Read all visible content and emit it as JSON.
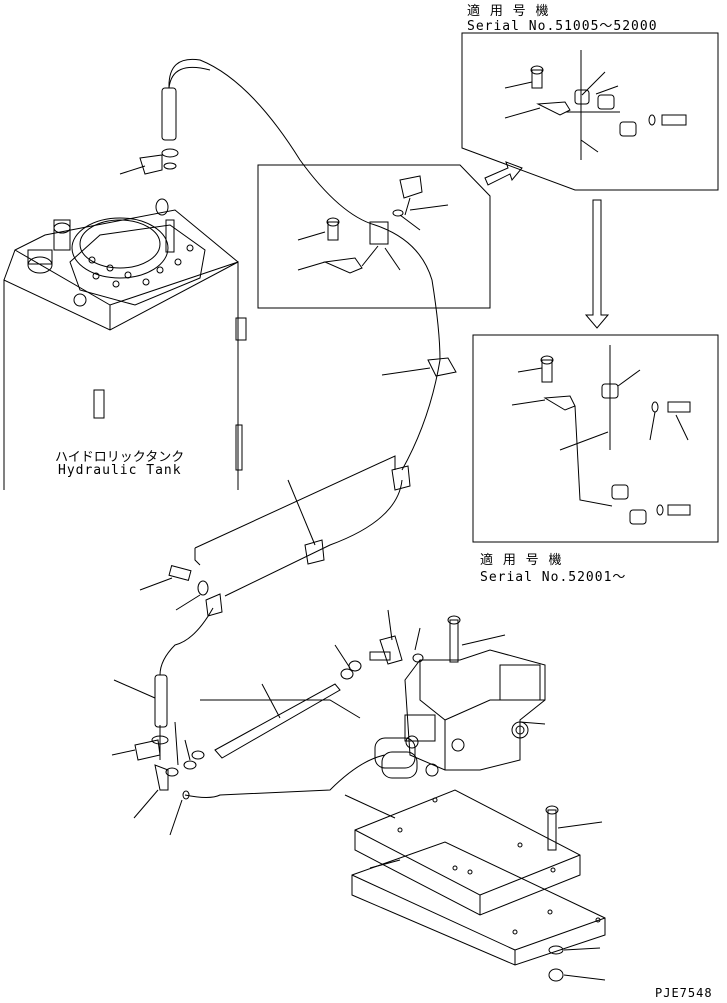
{
  "labels": {
    "applicable_top": "適 用 号 機",
    "serial_top": "Serial No.51005～52000",
    "applicable_bottom": "適 用 号 機",
    "serial_bottom": "Serial No.52001～",
    "tank_jp": "ハイドロリックタンク",
    "tank_en": "Hydraulic Tank",
    "drawing_code": "PJE7548"
  },
  "icons": {
    "arrow_right": "arrow-right-icon",
    "arrow_down": "arrow-down-icon"
  }
}
